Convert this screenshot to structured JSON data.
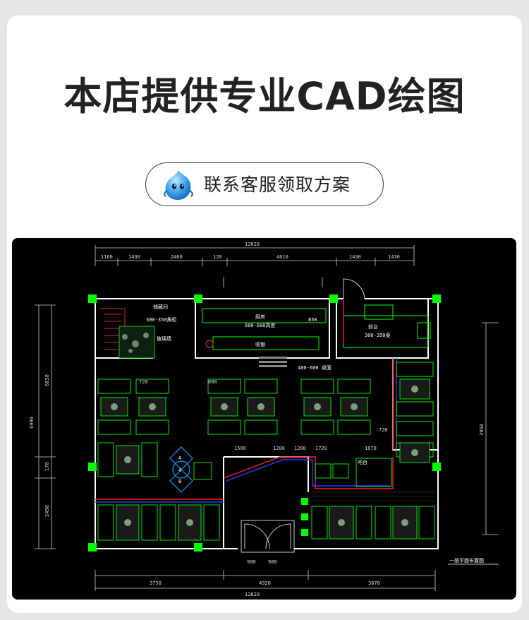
{
  "headline": "本店提供专业CAD绘图",
  "cta": {
    "label": "联系客服领取方案",
    "icon": "chat-mascot-icon"
  },
  "drawing": {
    "dims_top": {
      "total": "12820",
      "segments": [
        "1160",
        "1430",
        "2400",
        "120",
        "4010",
        "1430",
        "1430"
      ]
    },
    "dims_bottom": {
      "total": "12820",
      "segments": [
        "3750",
        "4920",
        "3670"
      ],
      "door": [
        "900",
        "900"
      ]
    },
    "dims_left": [
      "6990",
      "6830",
      "170",
      "2490"
    ],
    "dims_right": [
      "3950"
    ],
    "dims_inner": [
      "1500",
      "1200",
      "1720",
      "1670",
      "720",
      "800",
      "720",
      "1200"
    ],
    "room_labels": [
      "储藏间",
      "厨房",
      "收银",
      "前台",
      "玻璃墙",
      "吧台"
    ],
    "table_note": "400-600 桌面",
    "hint_left": "300-350角柜",
    "hint_mid": "600-680高度",
    "hint_right": "300-350桌",
    "tag_850": "850",
    "title_block": "一层平面布置图",
    "marks": [
      "A",
      "4",
      "B"
    ]
  },
  "colors": {
    "cad_background": "#000000",
    "wall": "#ffffff",
    "furniture": "#00ff00",
    "pipe_red": "#ff2020",
    "pipe_blue": "#2a3cff",
    "accent_cyan": "#00a0ff"
  }
}
